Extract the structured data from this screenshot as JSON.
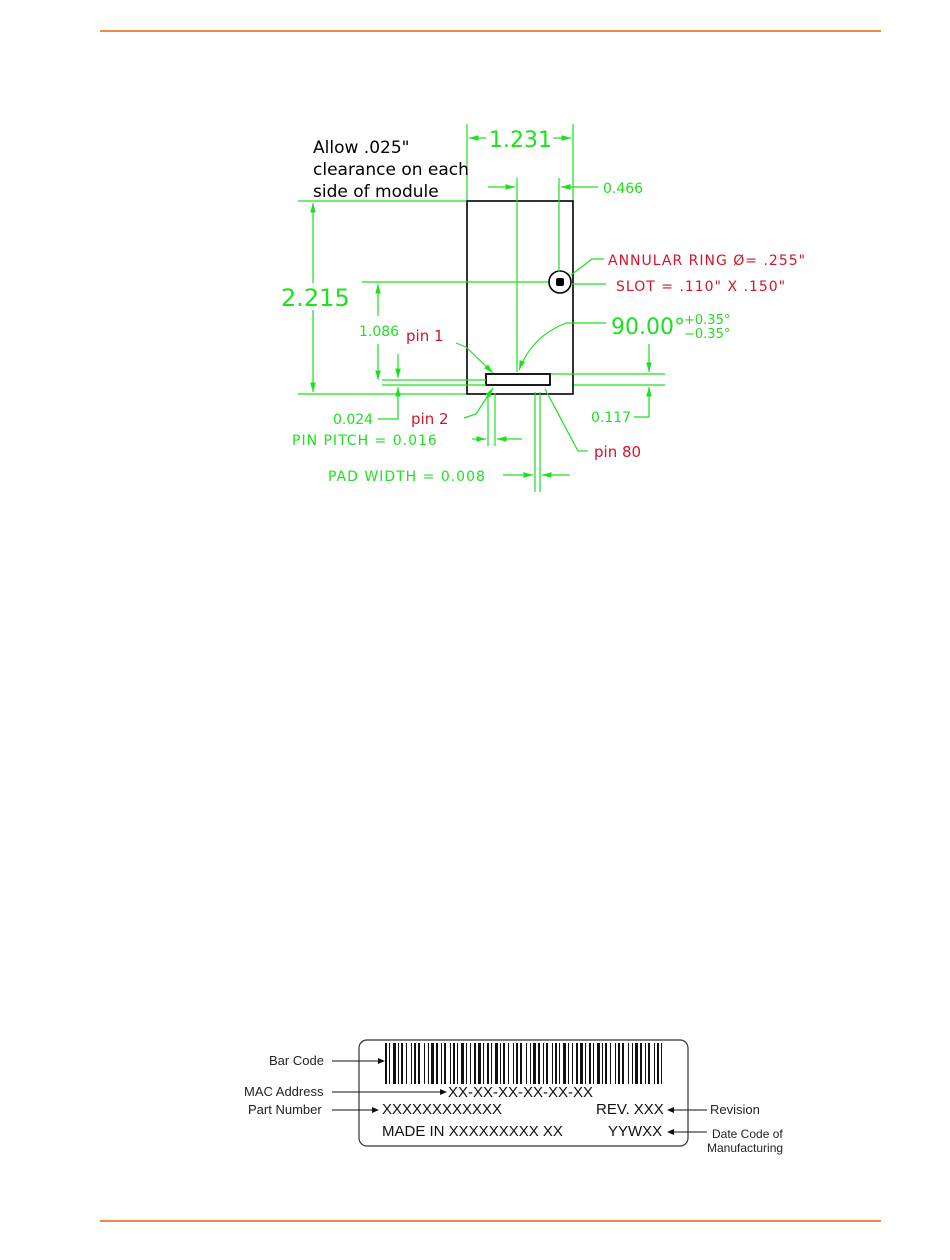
{
  "colors": {
    "accent": "#f08a43",
    "dim": "#1ee01e",
    "note": "#d1152a",
    "ink": "#000000"
  },
  "drawing": {
    "clearance_lines": [
      "Allow .025\"",
      "clearance on each",
      "side of module"
    ],
    "width": "1.231",
    "slot_offset": "0.466",
    "height": "2.215",
    "annular_ring": "ANNULAR RING Ø= .255\"",
    "slot": "SLOT = .110\" X .150\"",
    "slot_height": "1.086",
    "angle": "90.00°",
    "angle_tol_plus": "+0.35°",
    "angle_tol_minus": "−0.35°",
    "pin1": "pin 1",
    "pin2": "pin 2",
    "pin80": "pin 80",
    "offset_small": "0.024",
    "offset_right": "0.117",
    "pin_pitch": "PIN PITCH = 0.016",
    "pad_width": "PAD WIDTH = 0.008"
  },
  "label": {
    "bar_code": "Bar Code",
    "mac_address": "MAC Address",
    "part_number": "Part Number",
    "revision": "Revision",
    "date_code_lines": [
      "Date Code of",
      "Manufacturing"
    ],
    "mac_value": "XX-XX-XX-XX-XX-XX",
    "part_value": "XXXXXXXXXXXX",
    "rev_value": "REV. XXX",
    "made_in": "MADE IN XXXXXXXXX  XX",
    "date_value": "YYWXX"
  }
}
